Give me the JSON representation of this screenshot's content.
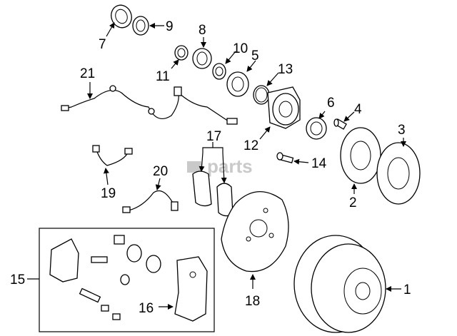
{
  "watermark": "parts",
  "callouts": {
    "c1": "1",
    "c2": "2",
    "c3": "3",
    "c4": "4",
    "c5": "5",
    "c6": "6",
    "c7": "7",
    "c8": "8",
    "c9": "9",
    "c10": "10",
    "c11": "11",
    "c12": "12",
    "c13": "13",
    "c14": "14",
    "c15": "15",
    "c16": "16",
    "c17": "17",
    "c18": "18",
    "c19": "19",
    "c20": "20",
    "c21": "21"
  }
}
